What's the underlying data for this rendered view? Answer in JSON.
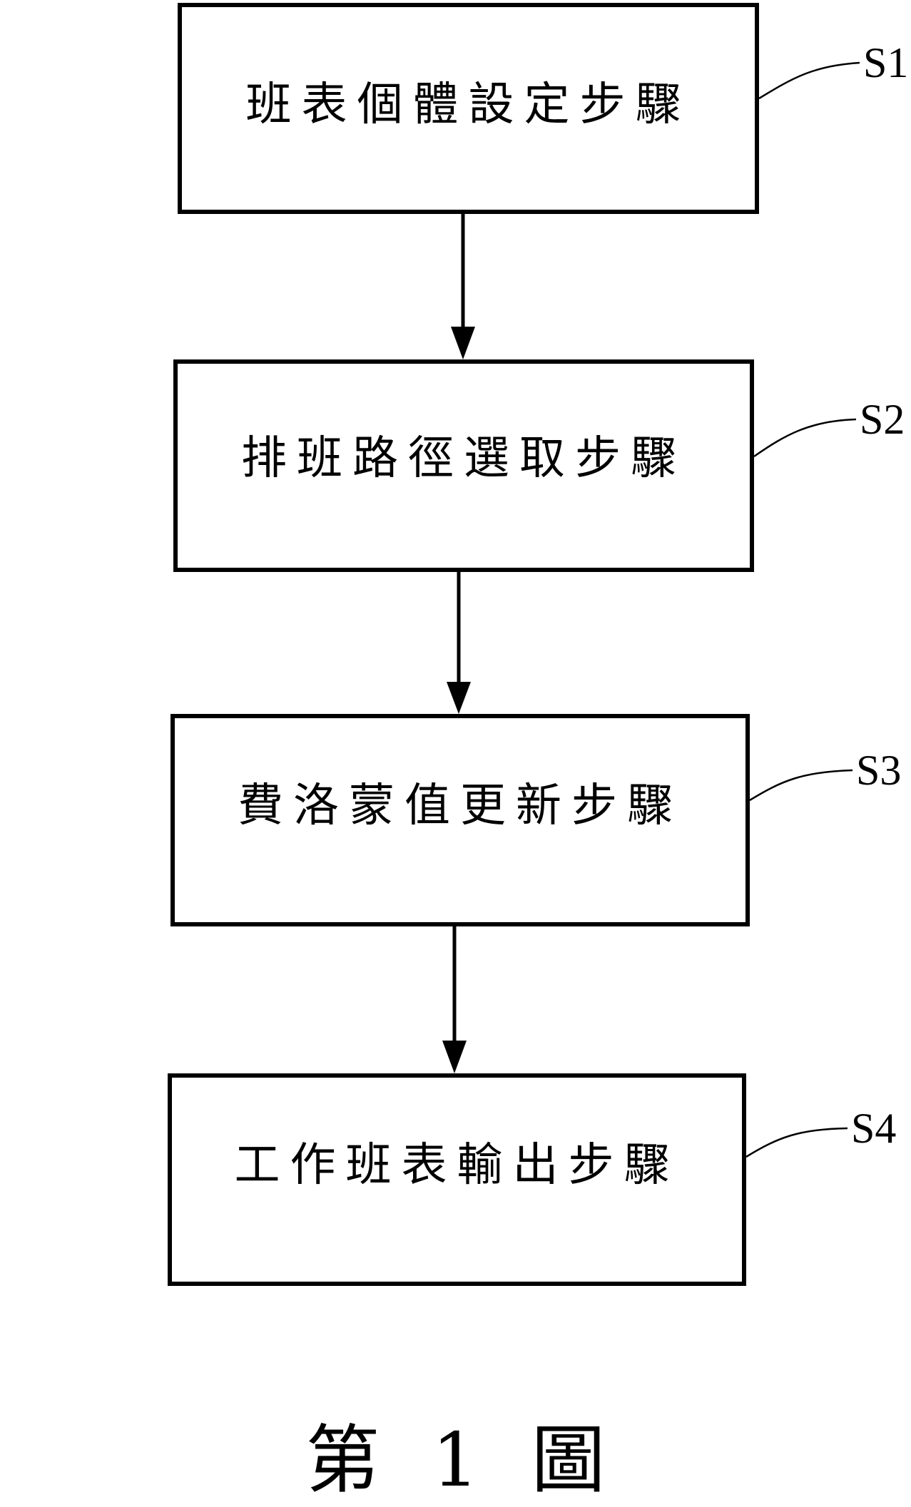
{
  "figure": {
    "caption": "第 1 圖",
    "steps": [
      {
        "id": "S1",
        "label": "班表個體設定步驟"
      },
      {
        "id": "S2",
        "label": "排班路徑選取步驟"
      },
      {
        "id": "S3",
        "label": "費洛蒙值更新步驟"
      },
      {
        "id": "S4",
        "label": "工作班表輸出步驟"
      }
    ],
    "connections": [
      {
        "from": "S1",
        "to": "S2"
      },
      {
        "from": "S2",
        "to": "S3"
      },
      {
        "from": "S3",
        "to": "S4"
      }
    ]
  }
}
